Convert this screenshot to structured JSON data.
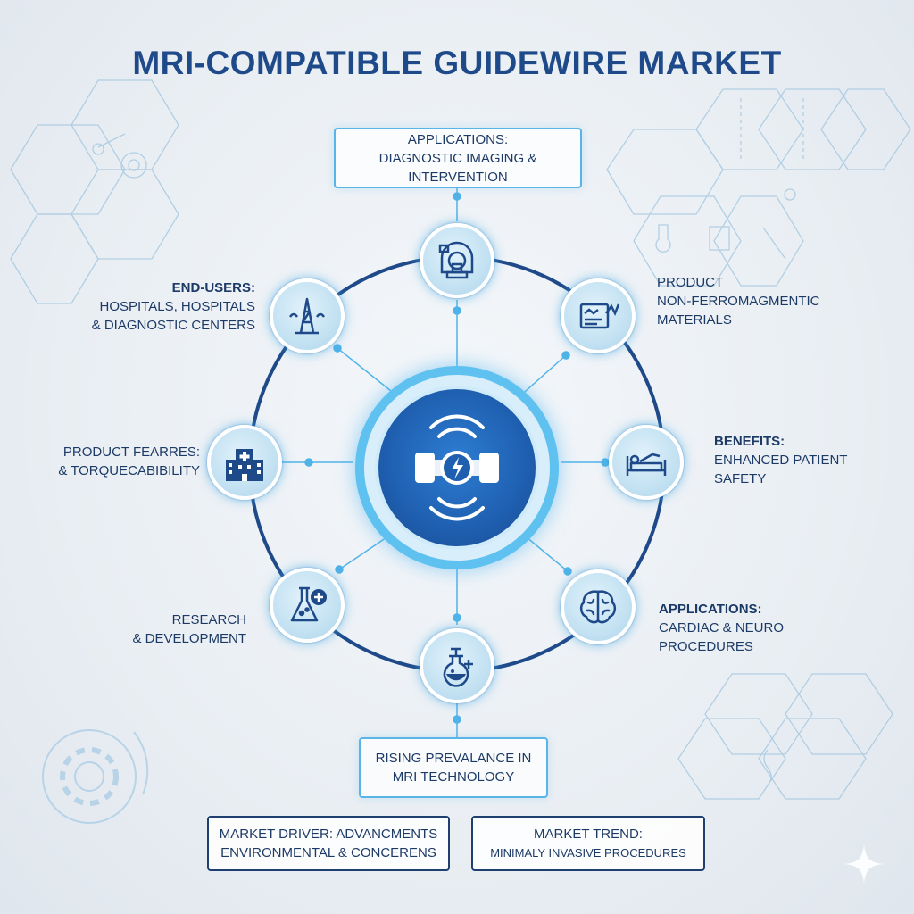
{
  "title": "MRI-COMPATIBLE GUIDEWIRE MARKET",
  "top_box": {
    "line1": "APPLICATIONS:",
    "line2": "DIAGNOSTIC IMAGING & INTERVENTION"
  },
  "labels": {
    "end_users": {
      "line1": "END-USERS:",
      "line2": "HOSPITALS, HOSPITALS",
      "line3": "& DIAGNOSTIC CENTERS"
    },
    "product_materials": {
      "line1": "PRODUCT",
      "line2": "NON-FERROMAGMENTIC",
      "line3": "MATERIALS"
    },
    "product_features": {
      "line1": "PRODUCT FEARRES:",
      "line2": "& TORQUECABIBILITY"
    },
    "benefits": {
      "line1": "BENEFITS:",
      "line2": "ENHANCED PATIENT",
      "line3": "SAFETY"
    },
    "research": {
      "line1": "RESEARCH",
      "line2": "& DEVELOPMENT"
    },
    "applications_cardiac": {
      "line1": "APPLICATIONS:",
      "line2": "CARDIAC & NEURO",
      "line3": "PROCEDURES"
    }
  },
  "bottom_box": {
    "line1": "RISING PREVALANCE IN",
    "line2": "MRI TECHNOLOGY"
  },
  "driver_box": {
    "line1": "MARKET DRIVER: ADVANCMENTS",
    "line2": "ENVIRONMENTAL & CONCERENS"
  },
  "trend_box": {
    "line1": "MARKET TREND:",
    "line2": "MINIMALY INVASIVE PROCEDURES"
  },
  "icons": {
    "hub": "guidewire-signal-icon",
    "top": "mri-scanner-icon",
    "upper_left": "oil-rig-icon",
    "upper_right": "device-chart-icon",
    "left": "hospital-building-icon",
    "right": "patient-bed-icon",
    "lower_left": "flask-plus-icon",
    "lower_right": "brain-icon",
    "bottom": "chemistry-flask-icon"
  },
  "colors": {
    "accent": "#5fc1f0",
    "navy": "#1f4a8a",
    "hub": "#1f5fb0"
  }
}
